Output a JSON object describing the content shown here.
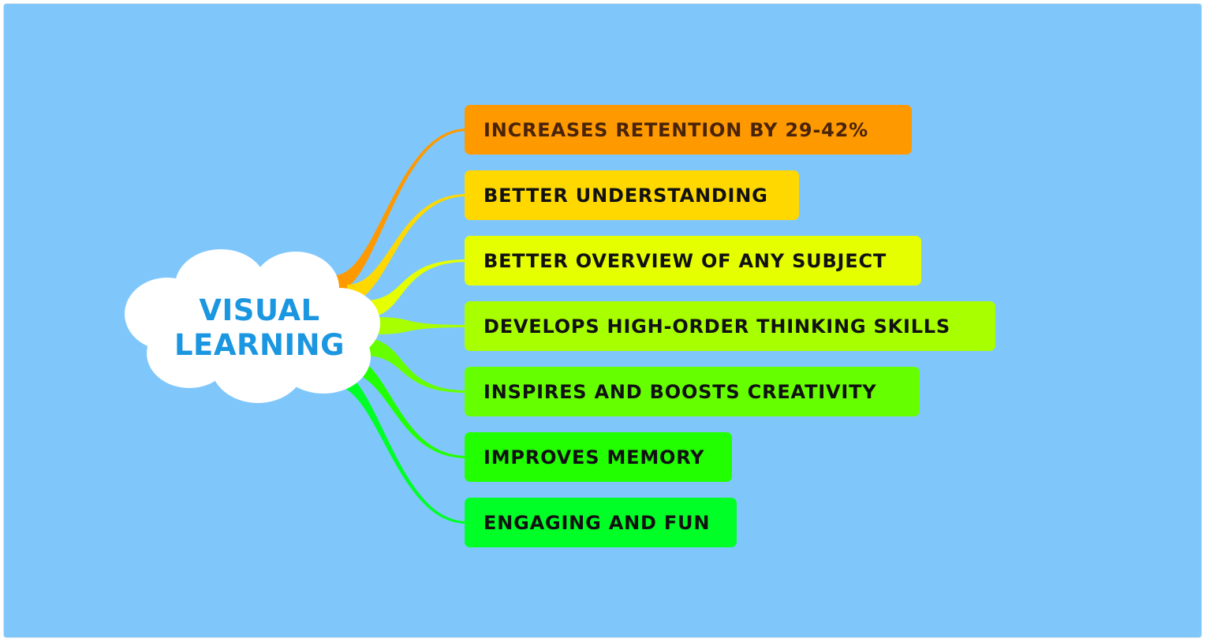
{
  "central_topic": {
    "line1": "VISUAL",
    "line2": "LEARNING",
    "text_color": "#1b96e0"
  },
  "background_color": "#7fc7fb",
  "branches": [
    {
      "label": "INCREASES RETENTION BY 29-42%",
      "color": "#ff9900"
    },
    {
      "label": "BETTER UNDERSTANDING",
      "color": "#ffd800"
    },
    {
      "label": "BETTER OVERVIEW OF ANY SUBJECT",
      "color": "#e5ff00"
    },
    {
      "label": "DEVELOPS HIGH-ORDER THINKING SKILLS",
      "color": "#a8ff00"
    },
    {
      "label": "INSPIRES AND BOOSTS CREATIVITY",
      "color": "#66ff00"
    },
    {
      "label": "IMPROVES MEMORY",
      "color": "#22ff00"
    },
    {
      "label": "ENGAGING AND FUN",
      "color": "#00ff26"
    }
  ]
}
